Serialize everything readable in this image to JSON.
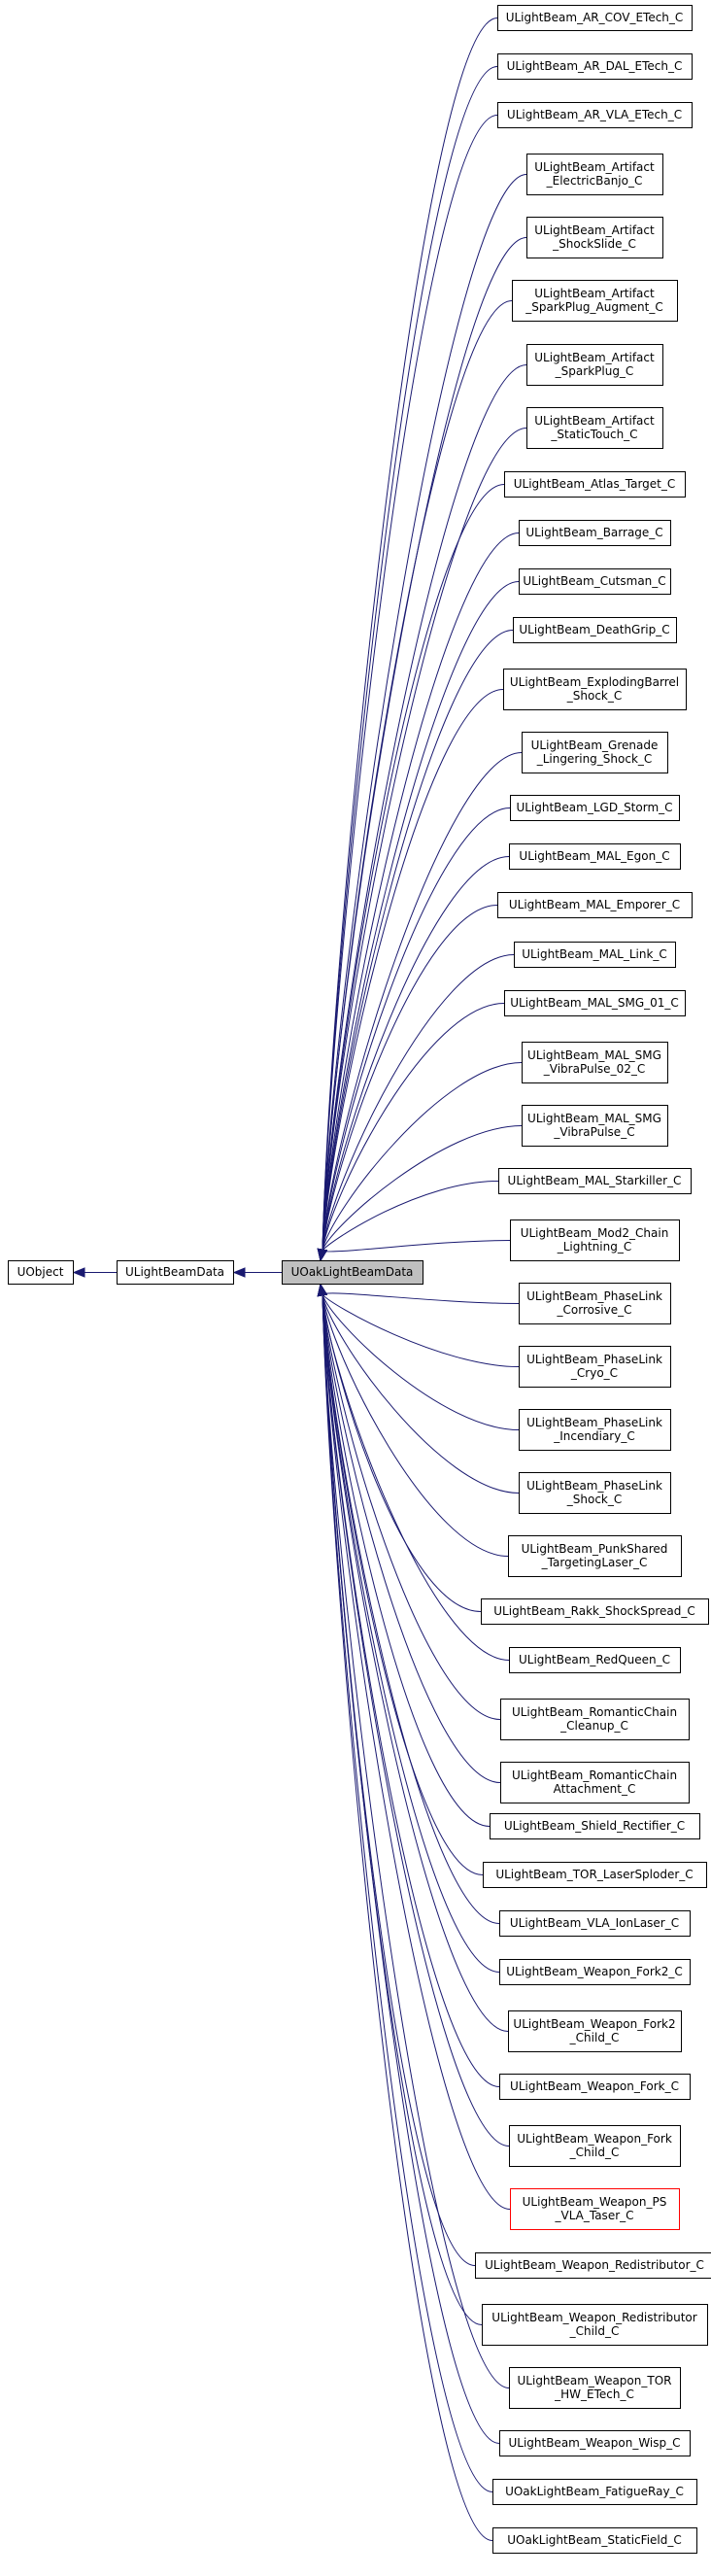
{
  "diagram": {
    "base_chain": [
      {
        "id": "uobject",
        "label": "UObject"
      },
      {
        "id": "ulightbeamdata",
        "label": "ULightBeamData"
      },
      {
        "id": "uoaklightbeamdata",
        "label": "UOakLightBeamData",
        "highlighted": true
      }
    ],
    "derived": [
      {
        "lines": [
          "ULightBeam_AR_COV_ETech_C"
        ]
      },
      {
        "lines": [
          "ULightBeam_AR_DAL_ETech_C"
        ]
      },
      {
        "lines": [
          "ULightBeam_AR_VLA_ETech_C"
        ]
      },
      {
        "lines": [
          "ULightBeam_Artifact",
          "_ElectricBanjo_C"
        ]
      },
      {
        "lines": [
          "ULightBeam_Artifact",
          "_ShockSlide_C"
        ]
      },
      {
        "lines": [
          "ULightBeam_Artifact",
          "_SparkPlug_Augment_C"
        ]
      },
      {
        "lines": [
          "ULightBeam_Artifact",
          "_SparkPlug_C"
        ]
      },
      {
        "lines": [
          "ULightBeam_Artifact",
          "_StaticTouch_C"
        ]
      },
      {
        "lines": [
          "ULightBeam_Atlas_Target_C"
        ]
      },
      {
        "lines": [
          "ULightBeam_Barrage_C"
        ]
      },
      {
        "lines": [
          "ULightBeam_Cutsman_C"
        ]
      },
      {
        "lines": [
          "ULightBeam_DeathGrip_C"
        ]
      },
      {
        "lines": [
          "ULightBeam_ExplodingBarrel",
          "_Shock_C"
        ]
      },
      {
        "lines": [
          "ULightBeam_Grenade",
          "_Lingering_Shock_C"
        ]
      },
      {
        "lines": [
          "ULightBeam_LGD_Storm_C"
        ]
      },
      {
        "lines": [
          "ULightBeam_MAL_Egon_C"
        ]
      },
      {
        "lines": [
          "ULightBeam_MAL_Emporer_C"
        ]
      },
      {
        "lines": [
          "ULightBeam_MAL_Link_C"
        ]
      },
      {
        "lines": [
          "ULightBeam_MAL_SMG_01_C"
        ]
      },
      {
        "lines": [
          "ULightBeam_MAL_SMG",
          "_VibraPulse_02_C"
        ]
      },
      {
        "lines": [
          "ULightBeam_MAL_SMG",
          "_VibraPulse_C"
        ]
      },
      {
        "lines": [
          "ULightBeam_MAL_Starkiller_C"
        ]
      },
      {
        "lines": [
          "ULightBeam_Mod2_Chain",
          "_Lightning_C"
        ]
      },
      {
        "lines": [
          "ULightBeam_PhaseLink",
          "_Corrosive_C"
        ]
      },
      {
        "lines": [
          "ULightBeam_PhaseLink",
          "_Cryo_C"
        ]
      },
      {
        "lines": [
          "ULightBeam_PhaseLink",
          "_Incendiary_C"
        ]
      },
      {
        "lines": [
          "ULightBeam_PhaseLink",
          "_Shock_C"
        ]
      },
      {
        "lines": [
          "ULightBeam_PunkShared",
          "_TargetingLaser_C"
        ]
      },
      {
        "lines": [
          "ULightBeam_Rakk_ShockSpread_C"
        ]
      },
      {
        "lines": [
          "ULightBeam_RedQueen_C"
        ]
      },
      {
        "lines": [
          "ULightBeam_RomanticChain",
          "_Cleanup_C"
        ]
      },
      {
        "lines": [
          "ULightBeam_RomanticChain",
          "Attachment_C"
        ]
      },
      {
        "lines": [
          "ULightBeam_Shield_Rectifier_C"
        ]
      },
      {
        "lines": [
          "ULightBeam_TOR_LaserSploder_C"
        ]
      },
      {
        "lines": [
          "ULightBeam_VLA_IonLaser_C"
        ]
      },
      {
        "lines": [
          "ULightBeam_Weapon_Fork2_C"
        ]
      },
      {
        "lines": [
          "ULightBeam_Weapon_Fork2",
          "_Child_C"
        ]
      },
      {
        "lines": [
          "ULightBeam_Weapon_Fork_C"
        ]
      },
      {
        "lines": [
          "ULightBeam_Weapon_Fork",
          "_Child_C"
        ]
      },
      {
        "lines": [
          "ULightBeam_Weapon_PS",
          "_VLA_Taser_C"
        ],
        "red_border": true
      },
      {
        "lines": [
          "ULightBeam_Weapon_Redistributor_C"
        ]
      },
      {
        "lines": [
          "ULightBeam_Weapon_Redistributor",
          "_Child_C"
        ]
      },
      {
        "lines": [
          "ULightBeam_Weapon_TOR",
          "_HW_ETech_C"
        ]
      },
      {
        "lines": [
          "ULightBeam_Weapon_Wisp_C"
        ]
      },
      {
        "lines": [
          "UOakLightBeam_FatigueRay_C"
        ]
      },
      {
        "lines": [
          "UOakLightBeam_StaticField_C"
        ]
      }
    ],
    "colors": {
      "edge": "#191970",
      "node_border": "#000000",
      "highlight_fill": "#bfbfbf",
      "missing_border": "#ff0000"
    }
  }
}
